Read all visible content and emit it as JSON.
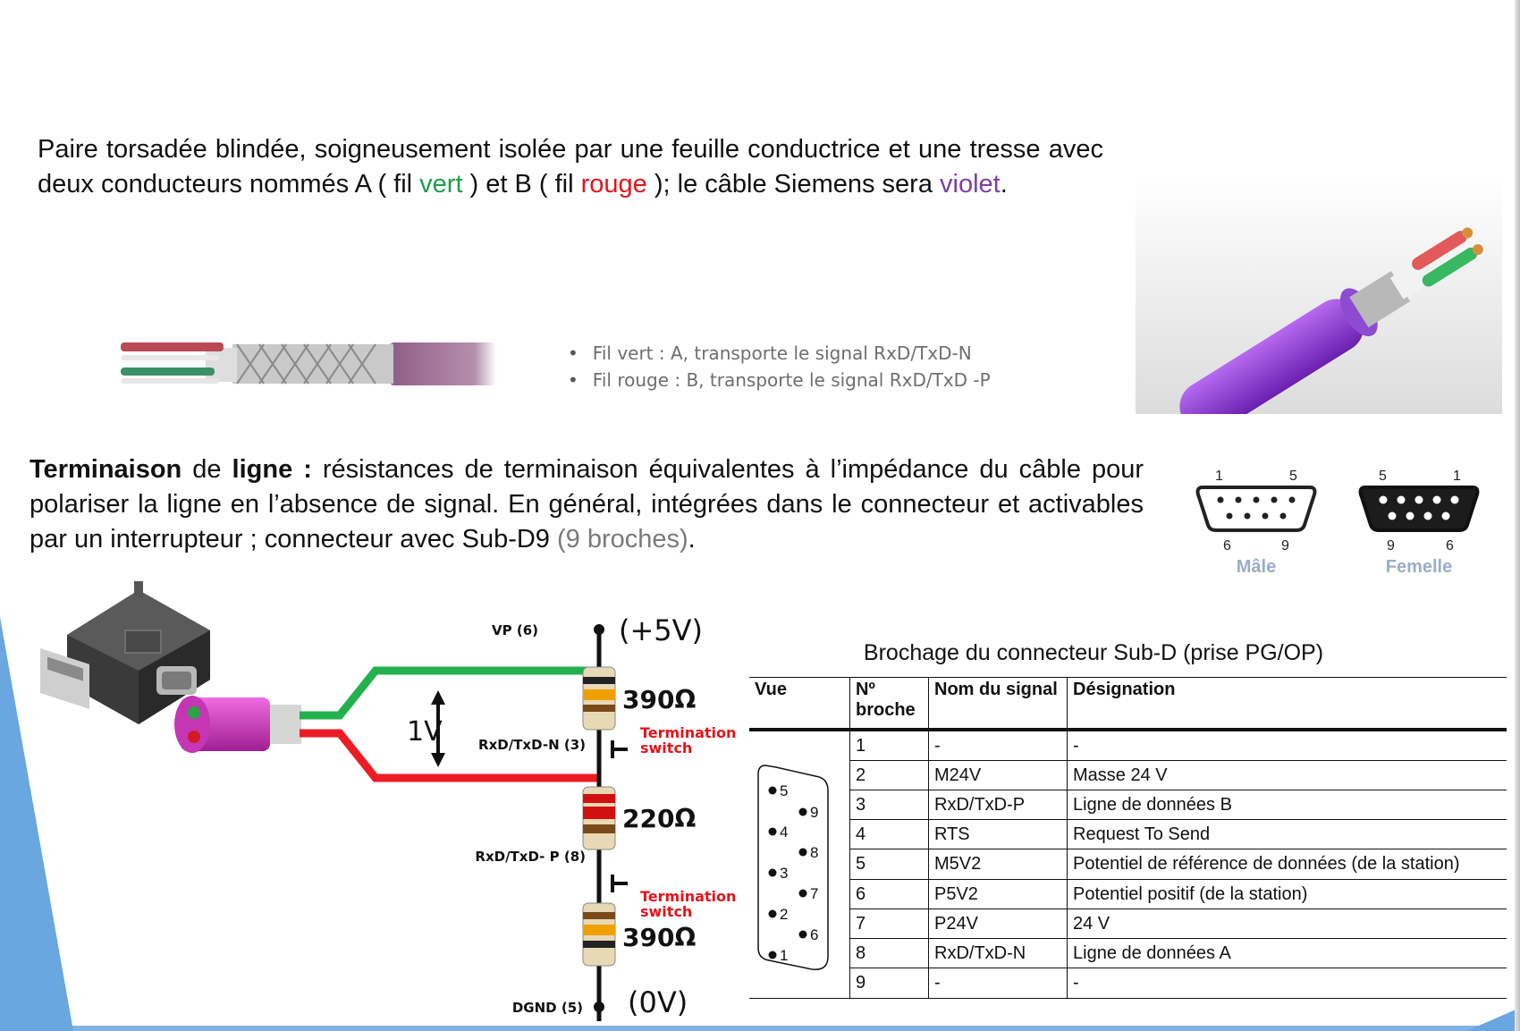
{
  "intro": {
    "part1": "Paire torsadée blindée, soigneusement isolée par une feuille conductrice et une tresse avec deux conducteurs nommés A ( fil ",
    "green_word": "vert",
    "part2": " ) et B ( fil ",
    "red_word": "rouge",
    "part3": " ); le câble Siemens sera ",
    "violet_word": "violet",
    "part4": "."
  },
  "bullets": [
    "Fil vert : A, transporte le signal RxD/TxD-N",
    "Fil rouge : B, transporte le signal RxD/TxD -P"
  ],
  "termination": {
    "bold1": "Terminaison",
    "text1": " de ",
    "bold2": "ligne :",
    "text2": " résistances de terminaison équivalentes à l’impédance du câble pour polariser la ligne en l’absence de signal. En général, intégrées dans le connecteur et activables par un interrupteur ; connecteur avec Sub-D9 ",
    "grey": "(9 broches)",
    "text3": "."
  },
  "connector_views": {
    "male": {
      "label": "Mâle",
      "pin_tl": "1",
      "pin_tr": "5",
      "pin_bl": "6",
      "pin_br": "9"
    },
    "female": {
      "label": "Femelle",
      "pin_tl": "5",
      "pin_tr": "1",
      "pin_bl": "9",
      "pin_br": "6"
    }
  },
  "circuit": {
    "vp": "VP (6)",
    "plus5v": "(+5V)",
    "r_top": "390Ω",
    "r_mid": "220Ω",
    "r_bot": "390Ω",
    "switch_label_1": "Termination",
    "switch_label_2": "switch",
    "rxd_n": "RxD/TxD-N (3)",
    "rxd_p": "RxD/TxD- P (8)",
    "one_volt": "1V",
    "dgnd": "DGND (5)",
    "zero_v": "(0V)"
  },
  "table": {
    "title": "Brochage du connecteur Sub-D (prise PG/OP)",
    "headers": {
      "vue": "Vue",
      "pin_1": "Nº",
      "pin_2": "broche",
      "signal": "Nom du signal",
      "designation": "Désignation"
    },
    "rows": [
      {
        "pin": "1",
        "signal": "-",
        "designation": "-"
      },
      {
        "pin": "2",
        "signal": "M24V",
        "designation": "Masse 24 V"
      },
      {
        "pin": "3",
        "signal": "RxD/TxD-P",
        "designation": "Ligne de données B"
      },
      {
        "pin": "4",
        "signal": "RTS",
        "designation": "Request To Send"
      },
      {
        "pin": "5",
        "signal": "M5V2",
        "designation": "Potentiel de référence de données (de la station)"
      },
      {
        "pin": "6",
        "signal": "P5V2",
        "designation": "Potentiel positif (de la station)"
      },
      {
        "pin": "7",
        "signal": "P24V",
        "designation": "24 V"
      },
      {
        "pin": "8",
        "signal": "RxD/TxD-N",
        "designation": "Ligne de données A"
      },
      {
        "pin": "9",
        "signal": "-",
        "designation": "-"
      }
    ],
    "vue_pins": [
      "5",
      "9",
      "4",
      "8",
      "3",
      "7",
      "2",
      "6",
      "1"
    ]
  },
  "colors": {
    "accent": "#6aa6df",
    "green": "#1f9e4a",
    "red": "#e3141c",
    "violet": "#7b3fa0",
    "cable_purple": "#9b3fd1"
  }
}
